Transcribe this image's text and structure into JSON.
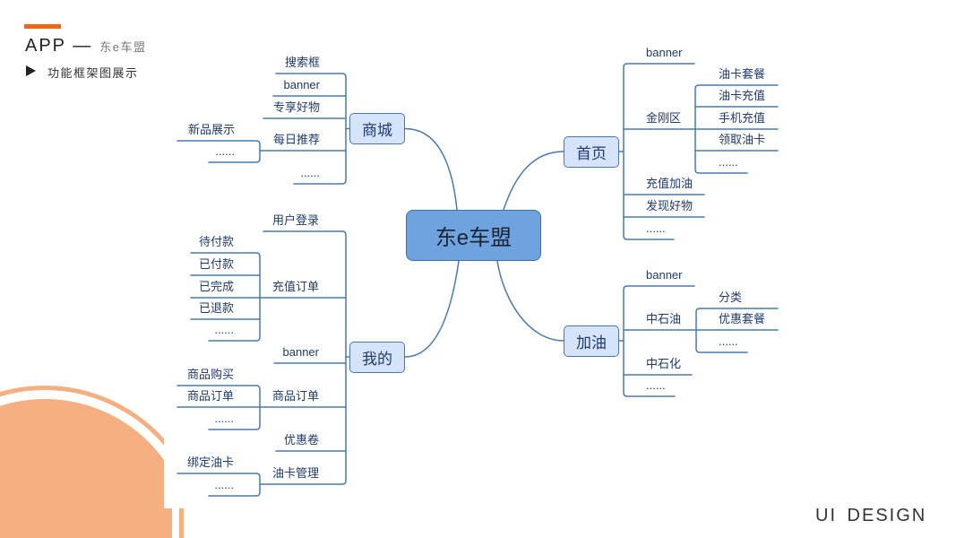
{
  "header": {
    "title": "APP —",
    "subtitle": "东e车盟",
    "section": "功能框架图展示"
  },
  "footer": {
    "label": "UI DESIGN"
  },
  "colors": {
    "accent": "#F5640F",
    "decoration": "#F5AF80",
    "connector": "#4A78B0",
    "node_fill": "#D6E4FB",
    "node_border": "#4A76B0",
    "root_fill": "#6FA3E0",
    "root_border": "#3E70A8",
    "label_text": "#1F3A6B"
  },
  "mindmap": {
    "root": {
      "label": "东e车盟"
    },
    "branches": {
      "shop": {
        "label": "商城",
        "children": [
          {
            "label": "搜索框"
          },
          {
            "label": "banner"
          },
          {
            "label": "专享好物"
          },
          {
            "label": "每日推荐",
            "children": [
              {
                "label": "新品展示"
              },
              {
                "label": "......"
              }
            ]
          },
          {
            "label": "......"
          }
        ]
      },
      "home": {
        "label": "首页",
        "children": [
          {
            "label": "banner"
          },
          {
            "label": "金刚区",
            "children": [
              {
                "label": "油卡套餐"
              },
              {
                "label": "油卡充值"
              },
              {
                "label": "手机充值"
              },
              {
                "label": "领取油卡"
              },
              {
                "label": "......"
              }
            ]
          },
          {
            "label": "充值加油"
          },
          {
            "label": "发现好物"
          },
          {
            "label": "......"
          }
        ]
      },
      "mine": {
        "label": "我的",
        "children": [
          {
            "label": "用户登录"
          },
          {
            "label": "充值订单",
            "children": [
              {
                "label": "待付款"
              },
              {
                "label": "已付款"
              },
              {
                "label": "已完成"
              },
              {
                "label": "已退款"
              },
              {
                "label": "......"
              }
            ]
          },
          {
            "label": "banner"
          },
          {
            "label": "商品订单",
            "children": [
              {
                "label": "商品购买"
              },
              {
                "label": "商品订单"
              },
              {
                "label": "......"
              }
            ]
          },
          {
            "label": "优惠卷"
          },
          {
            "label": "油卡管理",
            "children": [
              {
                "label": "绑定油卡"
              },
              {
                "label": "......"
              }
            ]
          }
        ]
      },
      "fuel": {
        "label": "加油",
        "children": [
          {
            "label": "banner"
          },
          {
            "label": "中石油",
            "children": [
              {
                "label": "分类"
              },
              {
                "label": "优惠套餐"
              },
              {
                "label": "......"
              }
            ]
          },
          {
            "label": "中石化"
          },
          {
            "label": "......"
          }
        ]
      }
    }
  }
}
